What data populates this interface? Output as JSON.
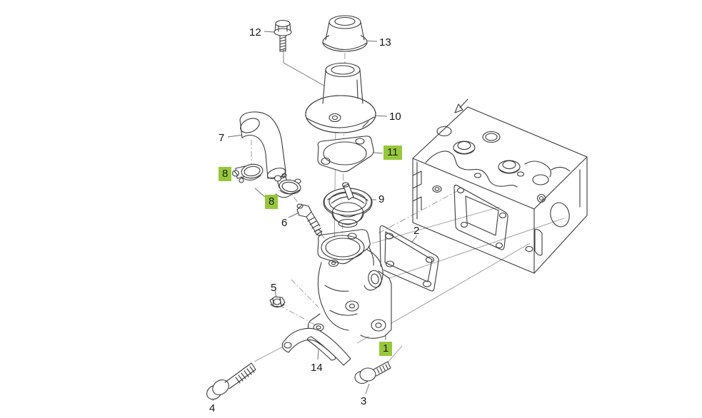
{
  "diagram": {
    "type": "exploded-parts-diagram",
    "background": "#ffffff"
  },
  "colors": {
    "highlight": "#97c83c",
    "part_outline": "#3b3b3b",
    "construction_line": "#979797",
    "leader_line": "#6f6f6f",
    "label_text": "#161616"
  },
  "callouts": [
    {
      "label": "12",
      "highlighted": false
    },
    {
      "label": "13",
      "highlighted": false
    },
    {
      "label": "10",
      "highlighted": false
    },
    {
      "label": "7",
      "highlighted": false
    },
    {
      "label": "8",
      "highlighted": true
    },
    {
      "label": "8",
      "highlighted": true
    },
    {
      "label": "11",
      "highlighted": true
    },
    {
      "label": "9",
      "highlighted": false
    },
    {
      "label": "6",
      "highlighted": false
    },
    {
      "label": "2",
      "highlighted": false
    },
    {
      "label": "1",
      "highlighted": true
    },
    {
      "label": "5",
      "highlighted": false
    },
    {
      "label": "14",
      "highlighted": false
    },
    {
      "label": "4",
      "highlighted": false
    },
    {
      "label": "3",
      "highlighted": false
    }
  ]
}
